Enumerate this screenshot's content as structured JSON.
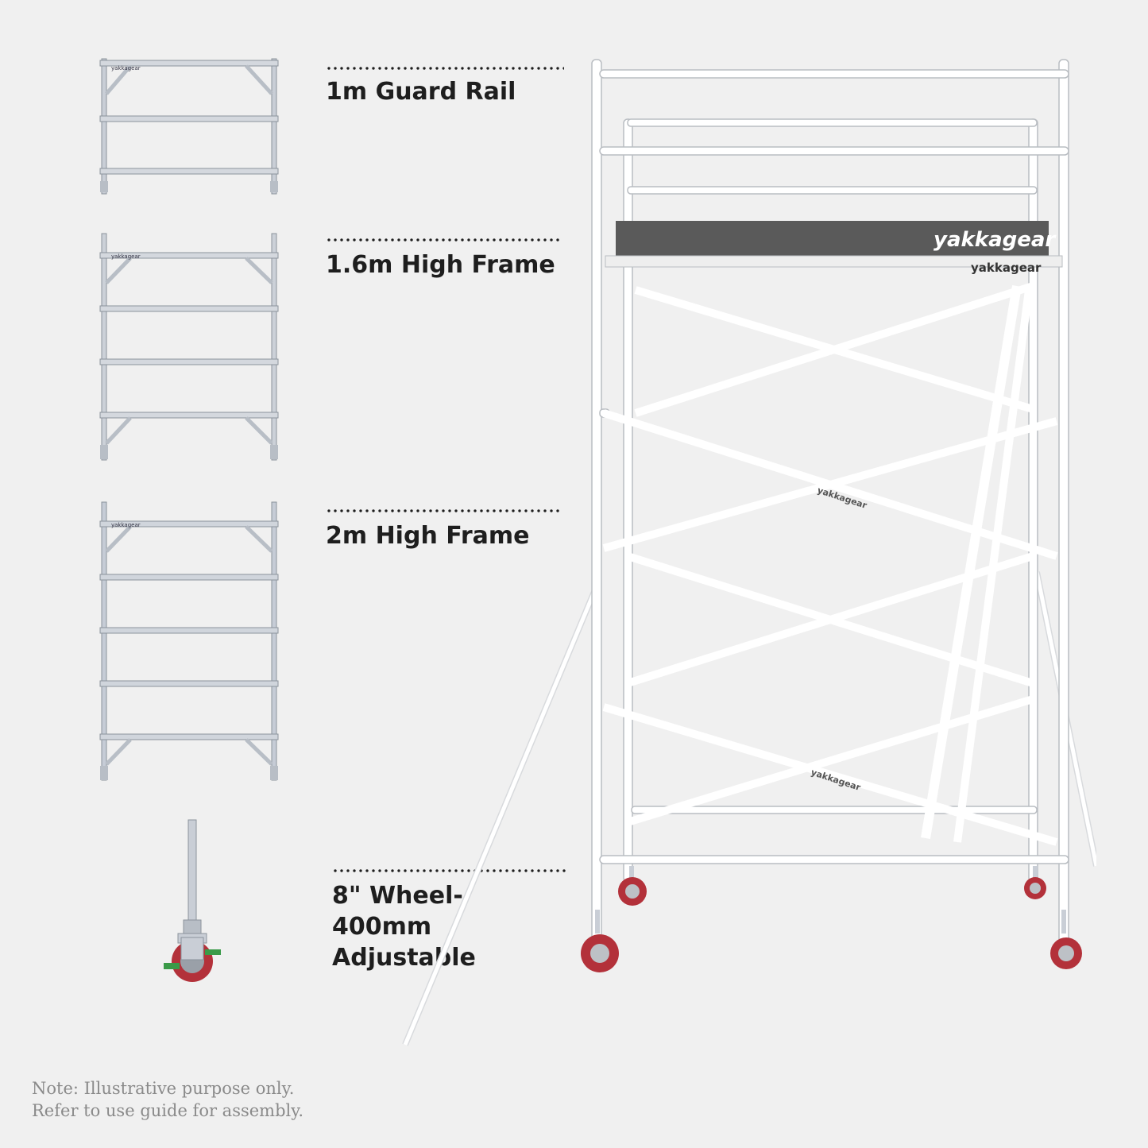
{
  "brand": "yakkagear",
  "components": [
    {
      "id": "guard-rail",
      "label": "1m Guard Rail"
    },
    {
      "id": "frame-1-6",
      "label": "1.6m High Frame"
    },
    {
      "id": "frame-2",
      "label": "2m High Frame"
    },
    {
      "id": "wheel",
      "label_lines": [
        "8\" Wheel-",
        "400mm",
        "Adjustable"
      ]
    }
  ],
  "note": {
    "line1": "Note: Illustrative purpose only.",
    "line2": "Refer to use guide for assembly."
  },
  "colors": {
    "background": "#f0f0f0",
    "frame_metal": "#c9ced6",
    "tower_metal": "#ffffff",
    "deck": "#5a5a5a",
    "wheel_red": "#b3313a",
    "brake_green": "#3a9a48",
    "label_text": "#1e1e1e",
    "note_text": "#8a8a8a"
  }
}
